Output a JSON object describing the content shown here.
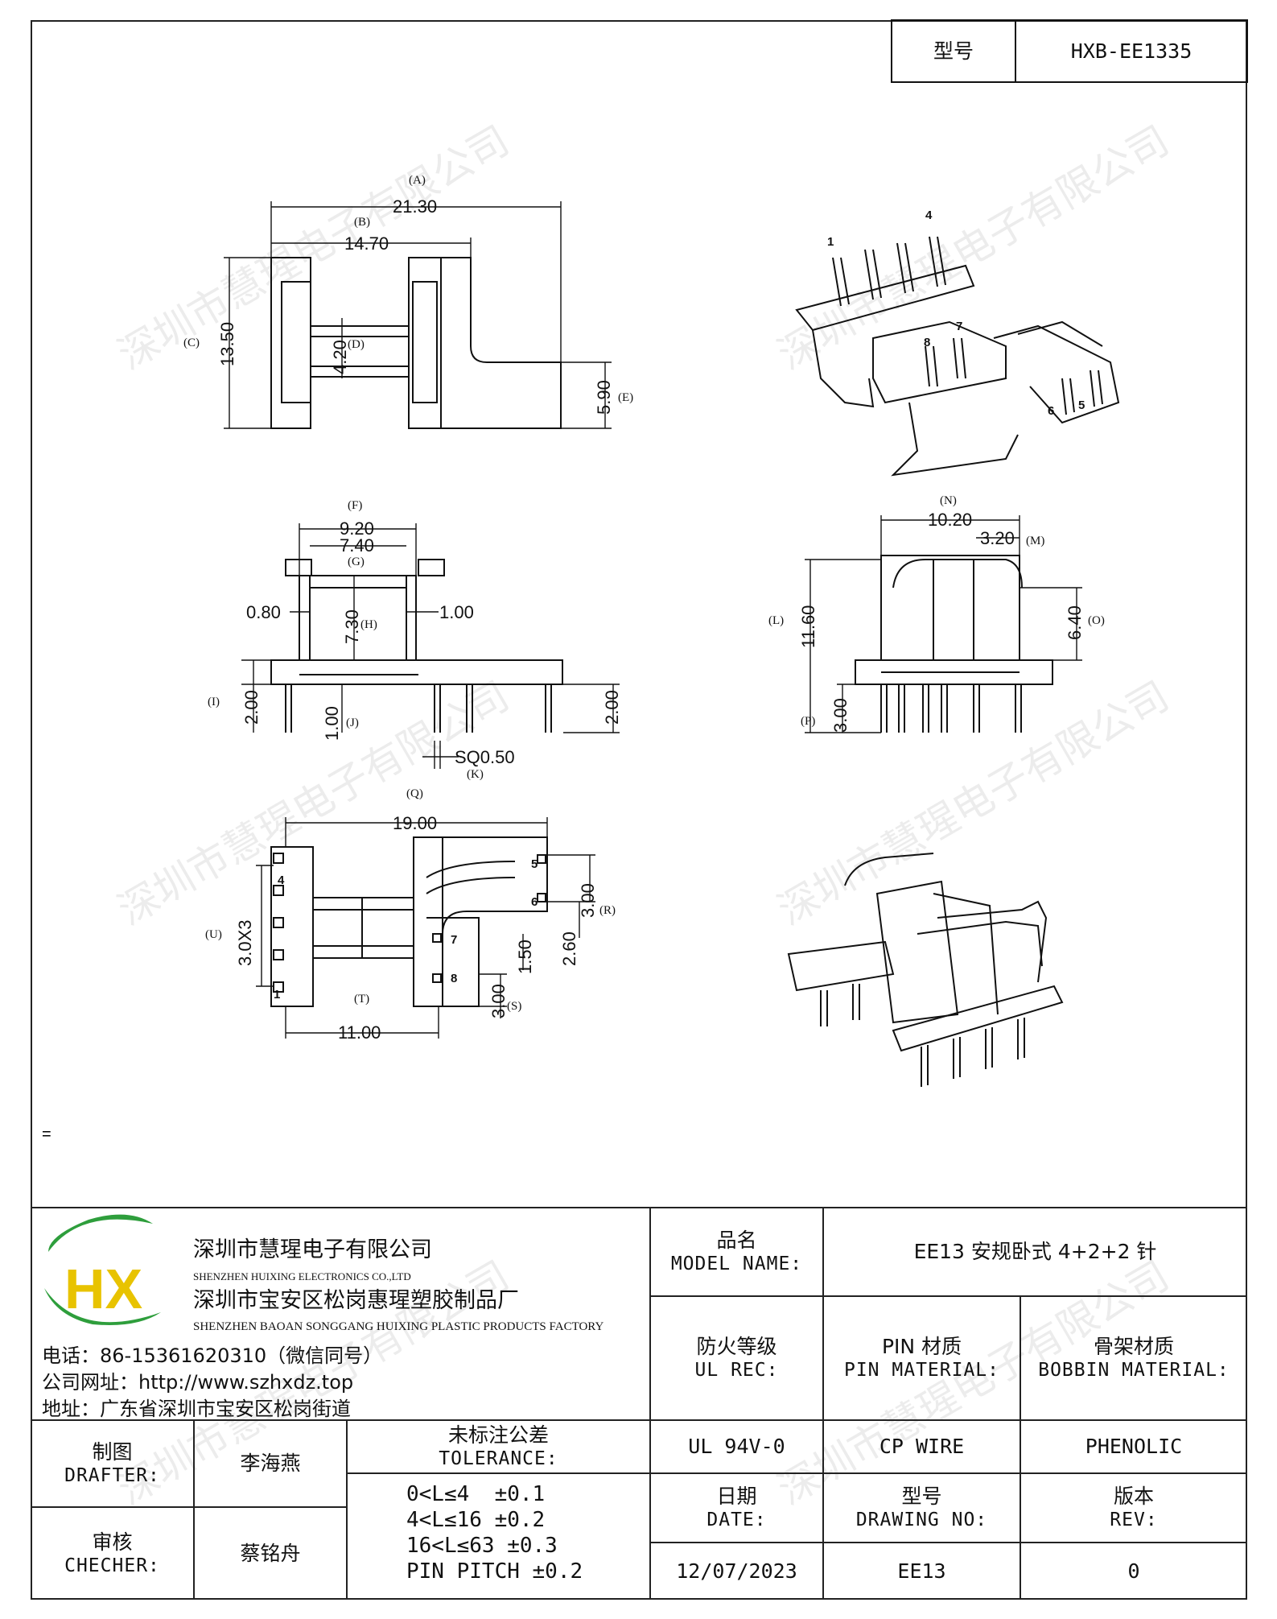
{
  "header": {
    "model_label": "型号",
    "model_value": "HXB-EE1335"
  },
  "drawing": {
    "dims": {
      "A": "(A)",
      "A_val": "21.30",
      "B": "(B)",
      "B_val": "14.70",
      "C": "(C)",
      "C_val": "13.50",
      "D": "(D)",
      "D_val": "4.20",
      "E": "(E)",
      "E_val": "5.90",
      "F": "(F)",
      "F_val": "9.20",
      "G": "(G)",
      "G_val": "7.40",
      "H": "(H)",
      "H_val": "7.30",
      "I": "(I)",
      "I_val": "2.00",
      "J": "(J)",
      "J_val": "1.00",
      "K": "(K)",
      "K_val": "SQ0.50",
      "left_080": "0.80",
      "right_100": "1.00",
      "right_200": "2.00",
      "L": "(L)",
      "L_val": "11.60",
      "M": "(M)",
      "M_val": "3.20",
      "N": "(N)",
      "N_val": "10.20",
      "O": "(O)",
      "O_val": "6.40",
      "P": "(P)",
      "P_val": "3.00",
      "Q": "(Q)",
      "Q_val": "19.00",
      "R": "(R)",
      "R_val": "3.00",
      "S": "(S)",
      "S_val": "3.00",
      "T": "(T)",
      "T_val": "11.00",
      "U": "(U)",
      "U_val": "3.0X3",
      "v150": "1.50",
      "v260": "2.60"
    },
    "pins": {
      "p1": "1",
      "p4": "4",
      "p5": "5",
      "p6": "6",
      "p7": "7",
      "p8": "8"
    },
    "stray_mark": "="
  },
  "watermark": "深圳市慧瑆电子有限公司",
  "company": {
    "logo_letters": "HX",
    "name_cn": "深圳市慧瑆电子有限公司",
    "name_en": "SHENZHEN HUIXING ELECTRONICS CO.,LTD",
    "factory_cn": "深圳市宝安区松岗惠瑆塑胶制品厂",
    "factory_en": "SHENZHEN BAOAN SONGGANG HUIXING PLASTIC PRODUCTS FACTORY",
    "phone": "电话：86-15361620310（微信同号）",
    "website": "公司网址：http://www.szhxdz.top",
    "address": "地址：广东省深圳市宝安区松岗街道"
  },
  "titleblock": {
    "model_name_cn": "品名",
    "model_name_en": "MODEL NAME:",
    "model_name_value": "EE13 安规卧式 4+2+2 针",
    "ul_cn": "防火等级",
    "ul_en": "UL REC:",
    "pin_mat_cn": "PIN 材质",
    "pin_mat_en": "PIN MATERIAL:",
    "bobbin_mat_cn": "骨架材质",
    "bobbin_mat_en": "BOBBIN MATERIAL:",
    "ul_value": "UL 94V-0",
    "pin_value": "CP WIRE",
    "bobbin_value": "PHENOLIC",
    "drafter_cn": "制图",
    "drafter_en": "DRAFTER:",
    "drafter_name": "李海燕",
    "checker_cn": "审核",
    "checker_en": "CHECHER:",
    "checker_name": "蔡铭舟",
    "tolerance_cn": "未标注公差",
    "tolerance_en": "TOLERANCE:",
    "tolerance_rows": [
      "0<L≤4  ±0.1",
      "4<L≤16 ±0.2",
      "16<L≤63 ±0.3",
      "PIN PITCH ±0.2"
    ],
    "date_cn": "日期",
    "date_en": "DATE:",
    "drawing_no_cn": "型号",
    "drawing_no_en": "DRAWING NO:",
    "rev_cn": "版本",
    "rev_en": "REV:",
    "date_value": "12/07/2023",
    "drawing_no_value": "EE13",
    "rev_value": "0"
  },
  "colors": {
    "logo_green": "#2e9e3c",
    "logo_yellow": "#e8c300",
    "line": "#111111"
  }
}
